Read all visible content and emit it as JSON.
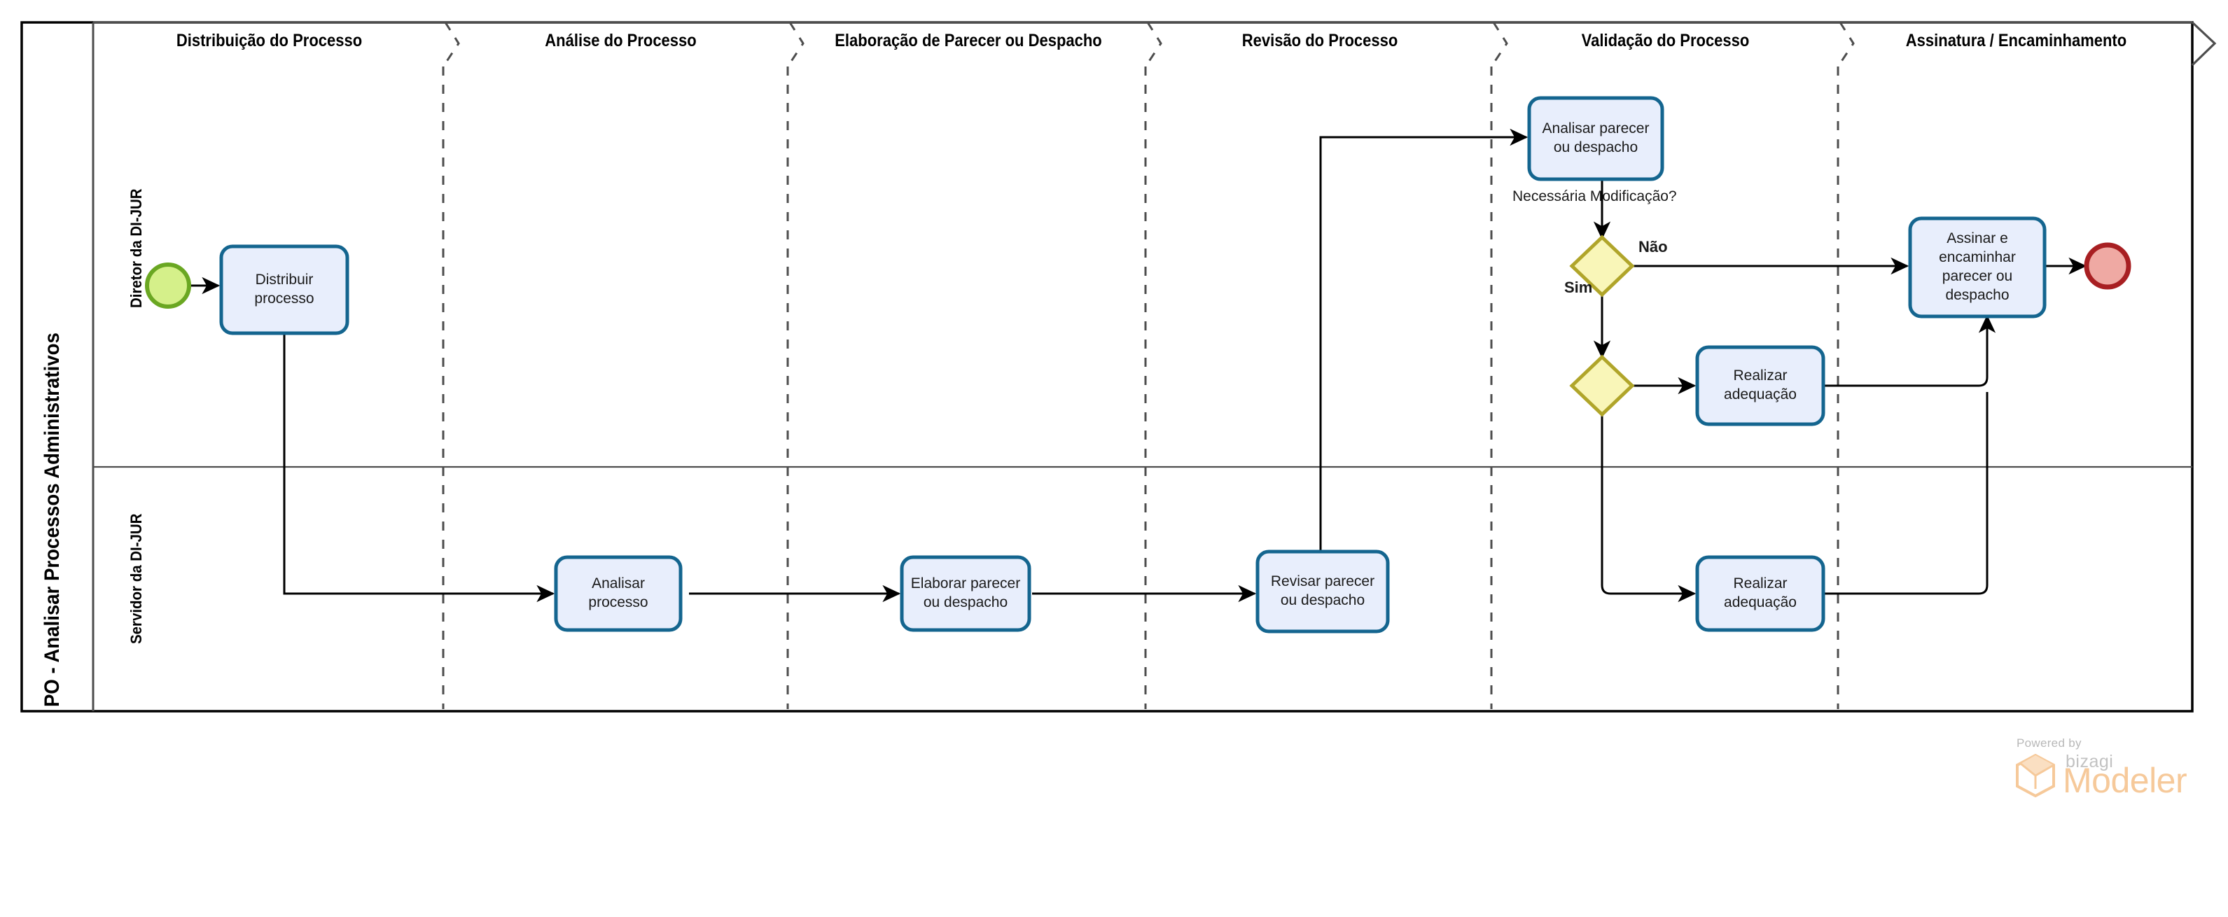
{
  "diagram": {
    "type": "bpmn-pool-lanes",
    "pool_title": "PO -  Analisar Processos Administrativos",
    "lanes": [
      {
        "id": "lane-diretor",
        "label": "Diretor da DI-JUR"
      },
      {
        "id": "lane-servidor",
        "label": "Servidor da DI-JUR"
      }
    ],
    "milestones": [
      {
        "id": "m1",
        "label": "Distribuição do Processo"
      },
      {
        "id": "m2",
        "label": "Análise do Processo"
      },
      {
        "id": "m3",
        "label": "Elaboração de Parecer ou Despacho"
      },
      {
        "id": "m4",
        "label": "Revisão do Processo"
      },
      {
        "id": "m5",
        "label": "Validação do Processo"
      },
      {
        "id": "m6",
        "label": "Assinatura / Encaminhamento"
      }
    ],
    "events": [
      {
        "id": "start-event",
        "kind": "start",
        "label": ""
      },
      {
        "id": "end-event",
        "kind": "end",
        "label": ""
      }
    ],
    "tasks": [
      {
        "id": "task-distribuir",
        "label": "Distribuir processo",
        "lane": "lane-diretor",
        "milestone": "m1"
      },
      {
        "id": "task-analisar-processo",
        "label": "Analisar processo",
        "lane": "lane-servidor",
        "milestone": "m2"
      },
      {
        "id": "task-elaborar",
        "label": "Elaborar parecer ou despacho",
        "lane": "lane-servidor",
        "milestone": "m3"
      },
      {
        "id": "task-revisar",
        "label": "Revisar parecer ou despacho",
        "lane": "lane-servidor",
        "milestone": "m4"
      },
      {
        "id": "task-analisar-parecer",
        "label": "Analisar parecer ou despacho",
        "lane": "lane-diretor",
        "milestone": "m5"
      },
      {
        "id": "task-adequacao-diretor",
        "label": "Realizar adequação",
        "lane": "lane-diretor",
        "milestone": "m5"
      },
      {
        "id": "task-adequacao-servidor",
        "label": "Realizar adequação",
        "lane": "lane-servidor",
        "milestone": "m5"
      },
      {
        "id": "task-assinar",
        "label": "Assinar e encaminhar parecer ou despacho",
        "lane": "lane-diretor",
        "milestone": "m6"
      }
    ],
    "gateways": [
      {
        "id": "gateway-modificacao",
        "label": "Necessária Modificação?",
        "lane": "lane-diretor",
        "milestone": "m5"
      },
      {
        "id": "gateway-split",
        "label": "",
        "lane": "lane-diretor",
        "milestone": "m5"
      }
    ],
    "flow_labels": [
      {
        "id": "flow-label-nao",
        "text": "Não"
      },
      {
        "id": "flow-label-sim",
        "text": "Sim"
      }
    ],
    "colors": {
      "task_fill": "#e8eefc",
      "task_stroke": "#14658f",
      "gateway_fill": "#f9f6b8",
      "gateway_stroke": "#b0a52a",
      "start_fill": "#d5f08a",
      "start_stroke": "#6aa722",
      "end_fill": "#efa9a3",
      "end_stroke": "#a81f22",
      "pool_stroke": "#000000",
      "lane_stroke": "#4d4d4d",
      "flow_stroke": "#000000",
      "brand_orange": "#f6c99a"
    }
  },
  "brand": {
    "powered_by": "Powered by",
    "name_small": "bizagi",
    "name_large": "Modeler"
  }
}
